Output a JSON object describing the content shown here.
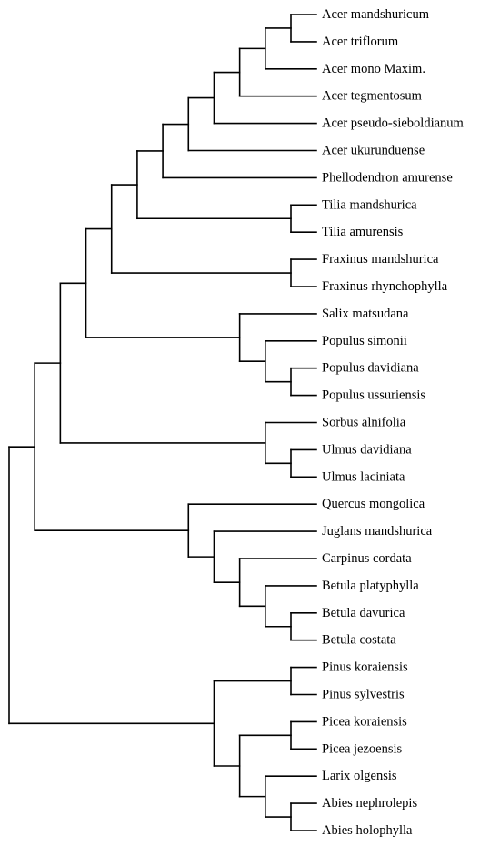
{
  "diagram": {
    "type": "dendrogram",
    "colors": {
      "line": "#000000",
      "text": "#000000",
      "background": "#ffffff"
    },
    "taxa": [
      "Acer mandshuricum",
      "Acer triflorum",
      "Acer mono Maxim.",
      "Acer tegmentosum",
      "Acer pseudo-sieboldianum",
      "Acer ukurunduense",
      "Phellodendron amurense",
      "Tilia mandshurica",
      "Tilia amurensis",
      "Fraxinus mandshurica",
      "Fraxinus rhynchophylla",
      "Salix matsudana",
      "Populus simonii",
      "Populus davidiana",
      "Populus ussuriensis",
      "Sorbus alnifolia",
      "Ulmus davidiana",
      "Ulmus laciniata",
      "Quercus mongolica",
      "Juglans mandshurica",
      "Carpinus cordata",
      "Betula platyphylla",
      "Betula davurica",
      "Betula costata",
      "Pinus koraiensis",
      "Pinus sylvestris",
      "Picea koraiensis",
      "Picea jezoensis",
      "Larix olgensis",
      "Abies nephrolepis",
      "Abies holophylla"
    ],
    "tree": [
      [
        [
          [
            [
              [
                [
                  [
                    [
                      [
                        [
                          [
                            0,
                            1
                          ],
                          2
                        ],
                        3
                      ],
                      4
                    ],
                    5
                  ],
                  6
                ],
                [
                  7,
                  8
                ]
              ],
              [
                9,
                10
              ]
            ],
            [
              11,
              [
                12,
                [
                  13,
                  14
                ]
              ]
            ]
          ],
          [
            15,
            [
              16,
              17
            ]
          ]
        ],
        [
          18,
          [
            19,
            [
              20,
              [
                21,
                [
                  22,
                  23
                ]
              ]
            ]
          ]
        ]
      ],
      [
        [
          24,
          25
        ],
        [
          [
            26,
            27
          ],
          [
            28,
            [
              29,
              30
            ]
          ]
        ]
      ]
    ]
  }
}
